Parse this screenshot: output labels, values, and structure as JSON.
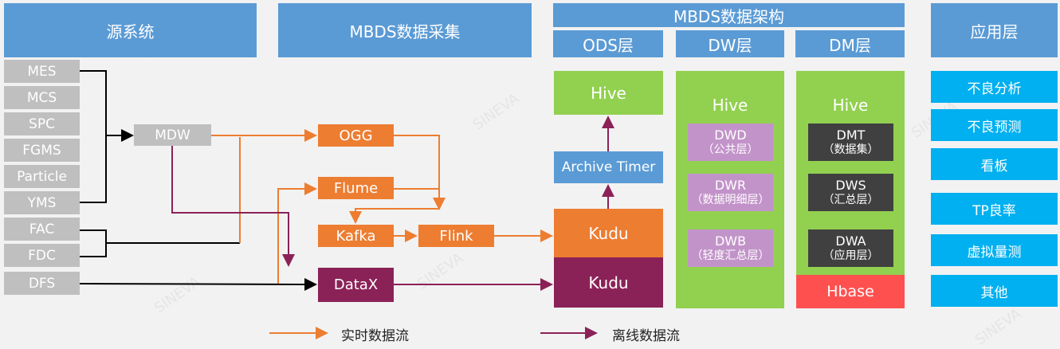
{
  "headers": {
    "source": "源系统",
    "collect": "MBDS数据采集",
    "arch": "MBDS数据架构",
    "ods": "ODS层",
    "dw": "DW层",
    "dm": "DM层",
    "app": "应用层"
  },
  "sources": [
    "MES",
    "MCS",
    "SPC",
    "FGMS",
    "Particle",
    "YMS",
    "FAC",
    "FDC",
    "DFS"
  ],
  "collect": {
    "mdw": "MDW",
    "ogg": "OGG",
    "flume": "Flume",
    "kafka": "Kafka",
    "flink": "Flink",
    "datax": "DataX"
  },
  "ods": {
    "hive": "Hive",
    "archive_timer": "Archive Timer",
    "kudu_realtime": "Kudu",
    "kudu_offline": "Kudu"
  },
  "dw": {
    "hive": "Hive",
    "items": [
      {
        "name": "DWD",
        "sub": "（公共层）"
      },
      {
        "name": "DWR",
        "sub": "（数据明细层）"
      },
      {
        "name": "DWB",
        "sub": "（轻度汇总层）"
      }
    ]
  },
  "dm": {
    "hive": "Hive",
    "items": [
      {
        "name": "DMT",
        "sub": "（数据集）"
      },
      {
        "name": "DWS",
        "sub": "（汇总层）"
      },
      {
        "name": "DWA",
        "sub": "（应用层）"
      }
    ],
    "hbase": "Hbase"
  },
  "apps": [
    "不良分析",
    "不良预测",
    "看板",
    "TP良率",
    "虚拟量测",
    "其他"
  ],
  "legend": {
    "realtime": "实时数据流",
    "offline": "离线数据流"
  },
  "colors": {
    "header": "#5b9bd5",
    "source": "#bfbfbf",
    "realtime": "#ed7d31",
    "offline": "#8b2257",
    "layer": "#92d050",
    "app": "#00b0f0",
    "hbase": "#ff5050"
  },
  "watermark": "SINEVA"
}
